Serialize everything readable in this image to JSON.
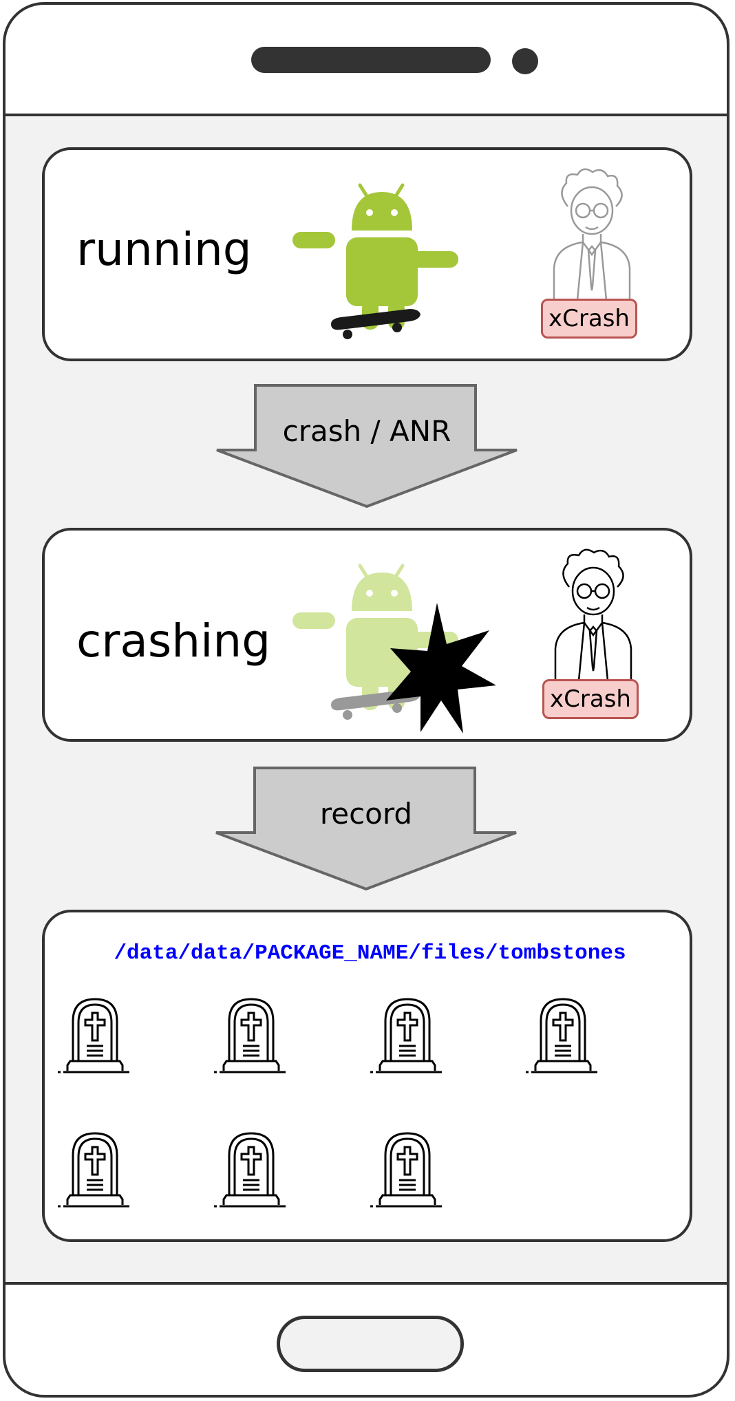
{
  "states": {
    "running": {
      "label": "running",
      "badge": "xCrash"
    },
    "crashing": {
      "label": "crashing",
      "badge": "xCrash"
    }
  },
  "transitions": [
    {
      "label": "crash / ANR"
    },
    {
      "label": "record"
    }
  ],
  "tombstones": {
    "path": "/data/data/PACKAGE_NAME/files/tombstones",
    "count": 7
  },
  "icons": {
    "android": "android-robot-skateboard-icon",
    "scientist": "scientist-icon",
    "explosion": "explosion-icon",
    "tombstone": "tombstone-icon"
  },
  "colors": {
    "android_green": "#a4c639",
    "android_faded": "#d1e59c",
    "badge_fill": "#f8cecc",
    "badge_border": "#b85450",
    "arrow_fill": "#cccccc",
    "arrow_stroke": "#666666",
    "path_text": "#0000ff"
  }
}
